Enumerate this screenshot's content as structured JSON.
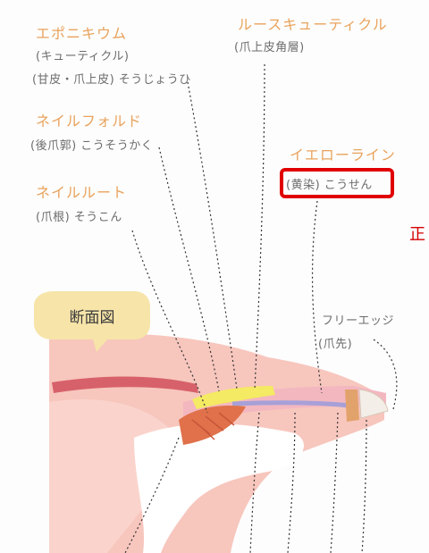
{
  "labels": {
    "eponychium": "エポニキウム",
    "eponychium_cuticle": "(キューティクル)",
    "eponychium_jp": "(甘皮・爪上皮) そうじょうひ",
    "nail_fold": "ネイルフォルド",
    "nail_fold_jp": "(後爪郭) こうそうかく",
    "nail_root": "ネイルルート",
    "nail_root_jp": "(爪根) そうこん",
    "loose_cuticle": "ルースキューティクル",
    "loose_cuticle_jp": "(爪上皮角層)",
    "yellow_line": "イエローライン",
    "yellow_line_jp": "(黄染) こうせん",
    "free_edge": "フリーエッジ",
    "free_edge_jp": "(爪先)",
    "section_badge": "断面図",
    "cut_char": "正"
  },
  "colors": {
    "label_accent": "#e9a35d",
    "highlight_box": "#e00000",
    "skin": "#f7c6bd",
    "nail_plate": "#f3b7c0",
    "cuticle": "#f4ea63",
    "matrix": "#e0714a"
  }
}
